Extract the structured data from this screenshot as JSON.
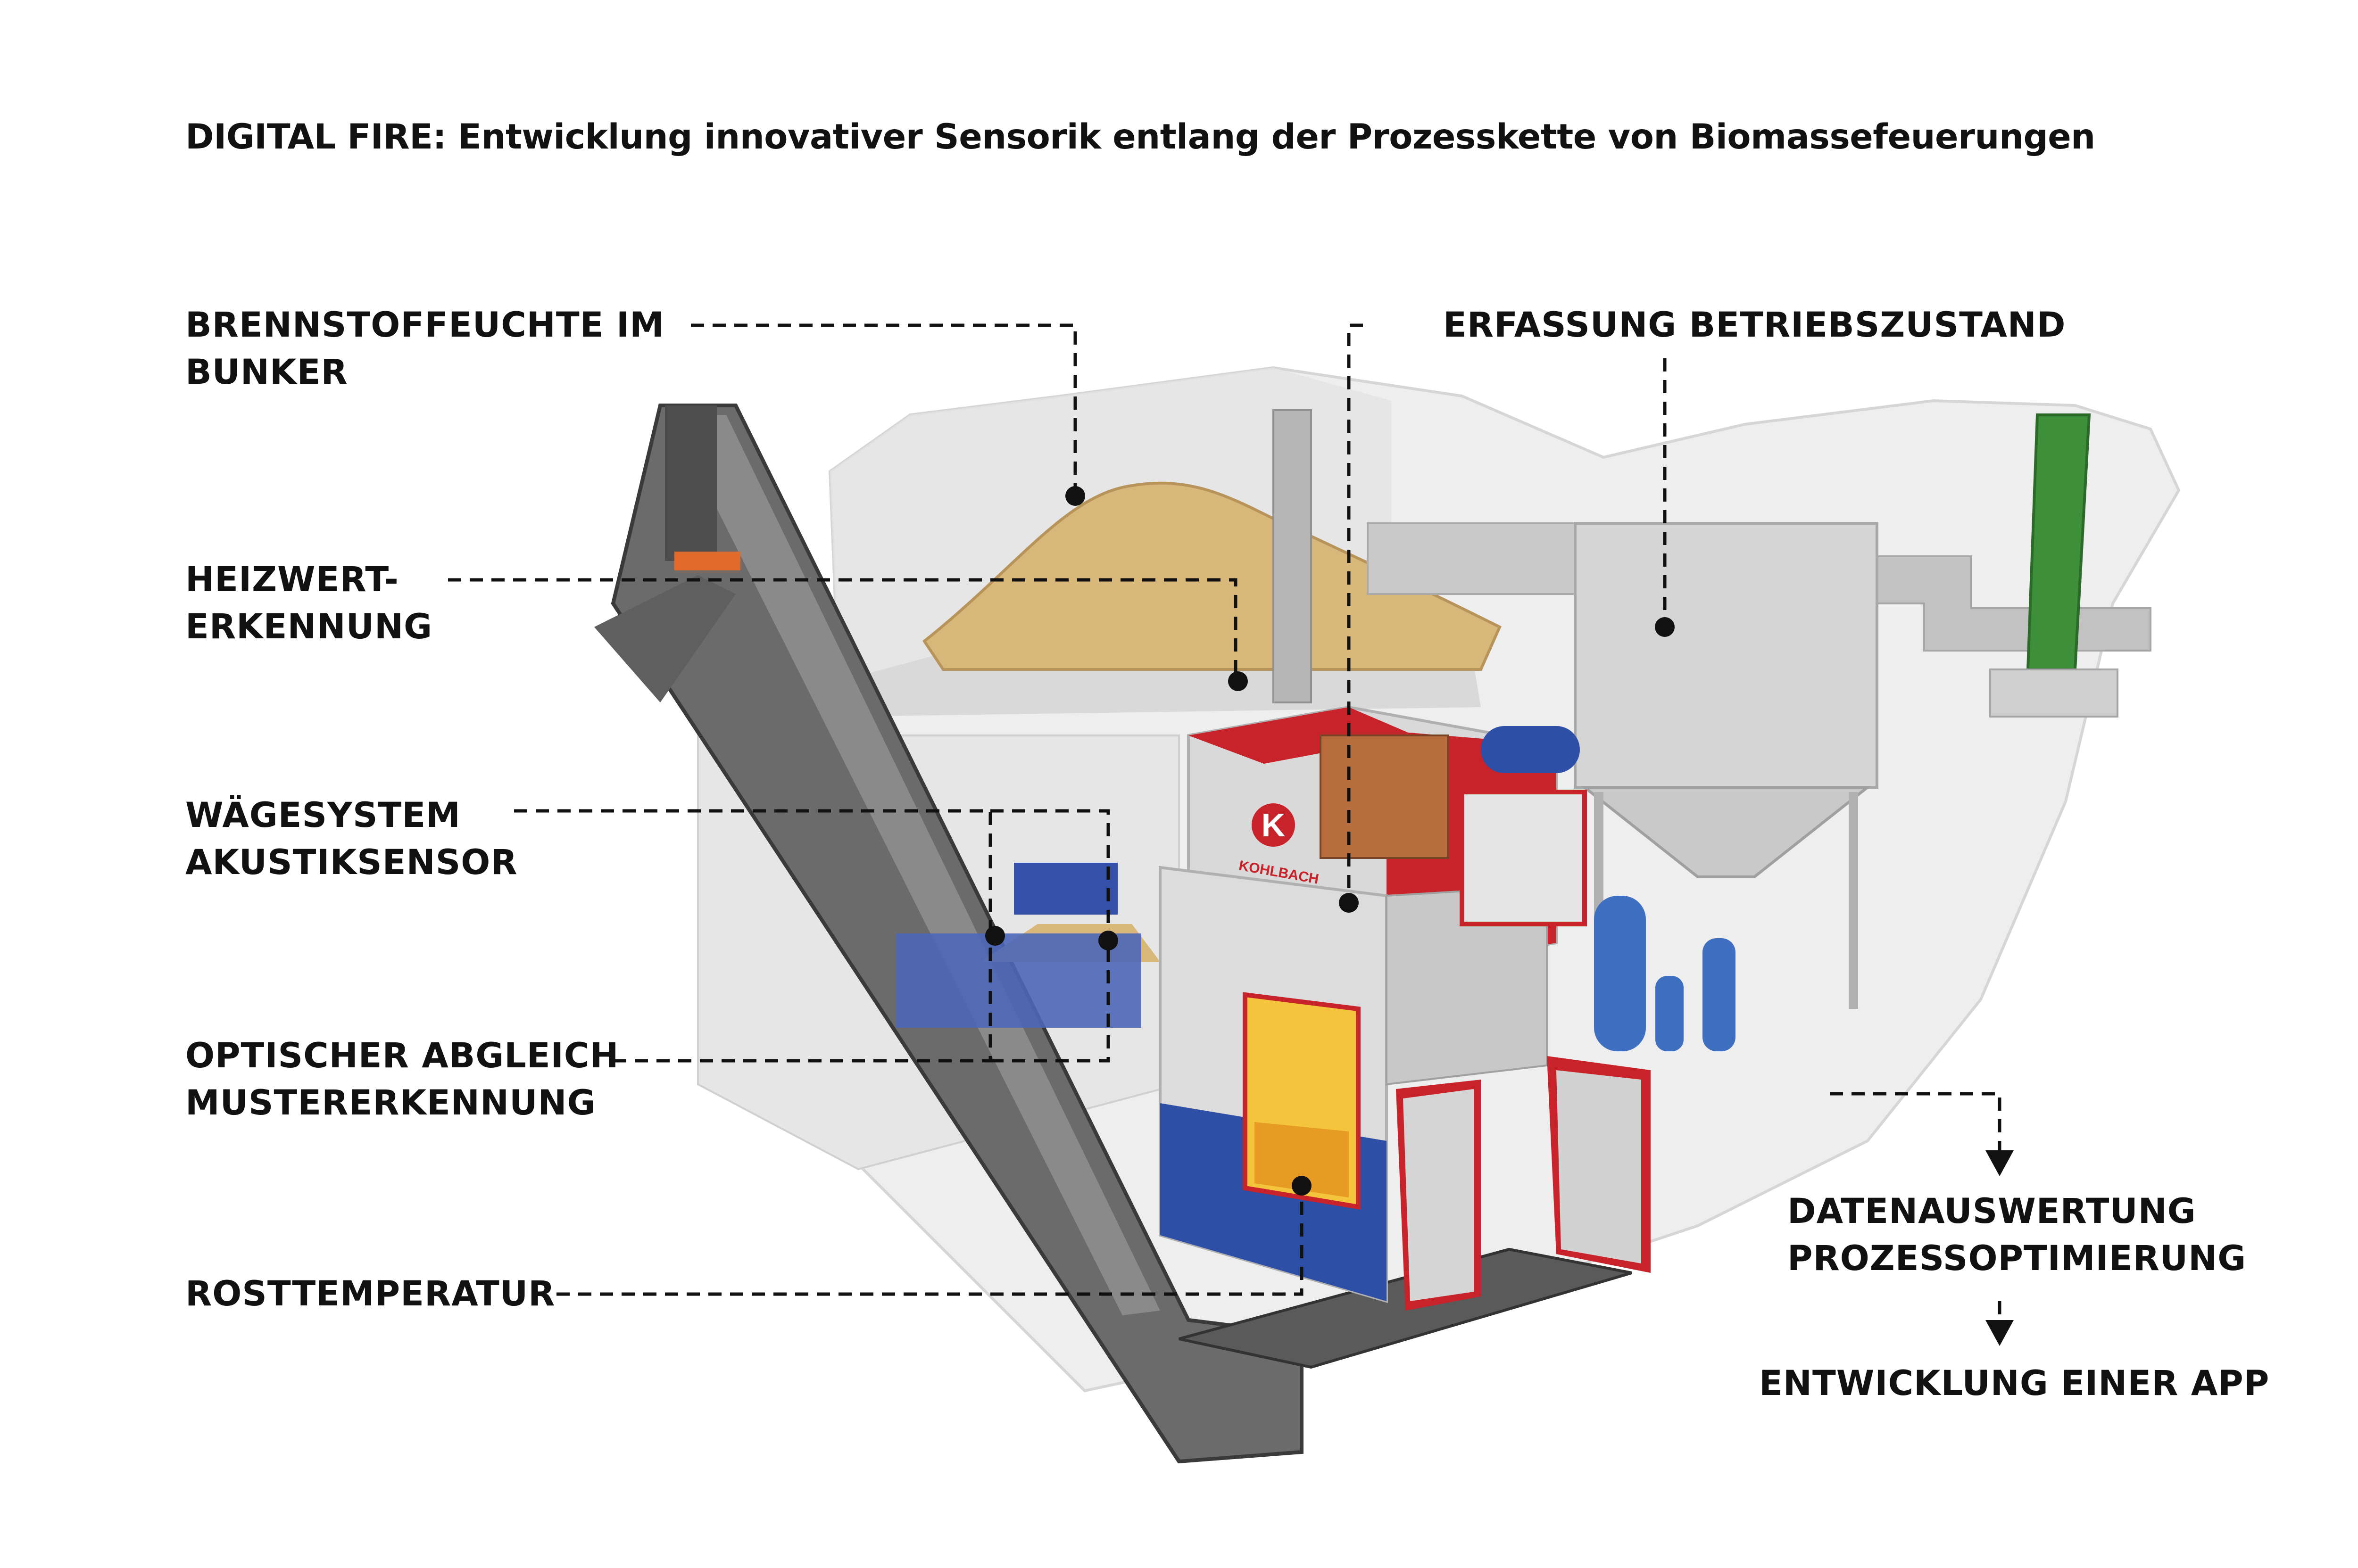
{
  "title": "DIGITAL FIRE: Entwicklung innovativer Sensorik entlang der Prozesskette von Biomassefeuerungen",
  "labels": {
    "fuel_moisture": [
      "BRENNSTOFFEUCHTE IM",
      "BUNKER"
    ],
    "operating_state": [
      "ERFASSUNG BETRIEBSZUSTAND"
    ],
    "heating_value": [
      "HEIZWERT-",
      "ERKENNUNG"
    ],
    "weighing": [
      "WÄGESYSTEM",
      "AKUSTIKSENSOR"
    ],
    "optical": [
      "OPTISCHER ABGLEICH",
      "MUSTERERKENNUNG"
    ],
    "grate_temp": [
      "ROSTTEMPERATUR"
    ],
    "data_eval": [
      "DATENAUSWERTUNG",
      "PROZESSOPTIMIERUNG"
    ],
    "app": [
      "ENTWICKLUNG EINER APP"
    ]
  },
  "boiler_brand": "KOHLBACH",
  "colors": {
    "red": "#c8222a",
    "blue": "#2d4fa6",
    "green": "#3e8f3a",
    "grey": "#9a9a9a",
    "dark": "#4a4a4a",
    "fuel": "#d8b77a",
    "fire": "#f3c43c"
  }
}
